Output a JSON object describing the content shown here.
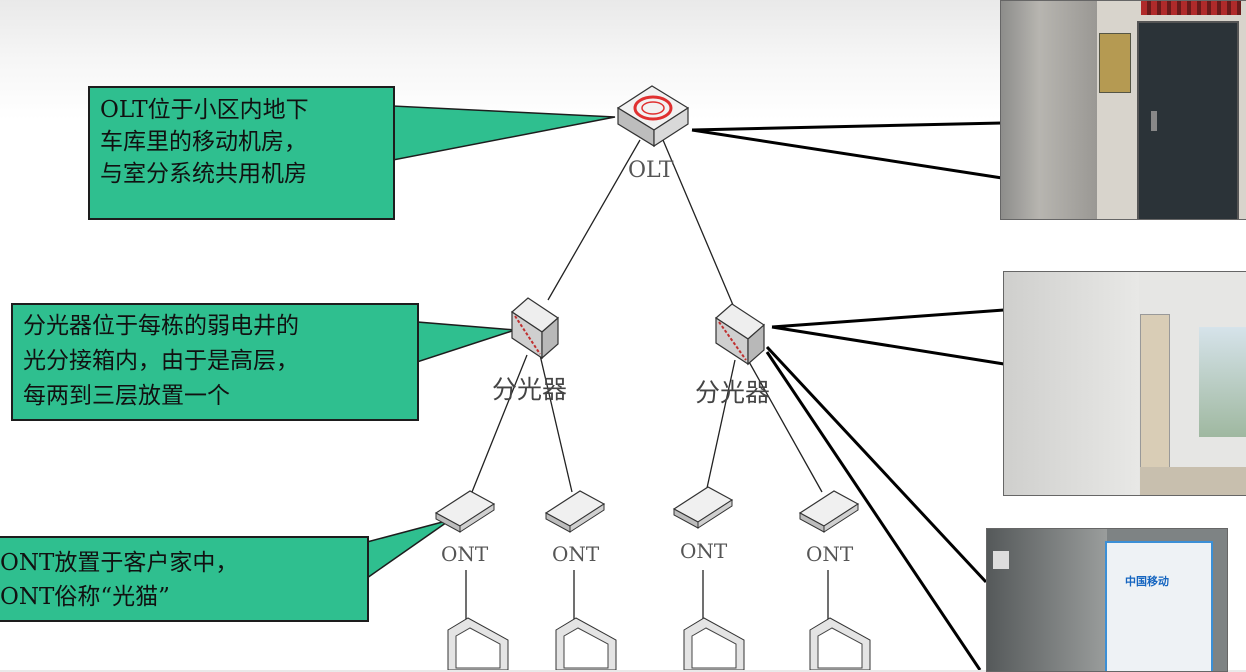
{
  "callouts": {
    "olt": [
      "OLT位于小区内地下",
      "车库里的移动机房，",
      "与室分系统共用机房"
    ],
    "splitter": [
      "分光器位于每栋的弱电井的",
      "光分接箱内，由于是高层，",
      "每两到三层放置一个"
    ],
    "ont": [
      "ONT放置于客户家中，",
      "ONT俗称“光猫”"
    ]
  },
  "labels": {
    "olt": "OLT",
    "splitter_left": "分光器",
    "splitter_right": "分光器",
    "ont_1": "ONT",
    "ont_2": "ONT",
    "ont_3": "ONT",
    "ont_4": "ONT"
  },
  "photos": {
    "cabinet_logo": "中国移动"
  },
  "colors": {
    "callout_bg": "#2fbf8f",
    "olt_ring": "#e03030",
    "line": "#000000"
  }
}
